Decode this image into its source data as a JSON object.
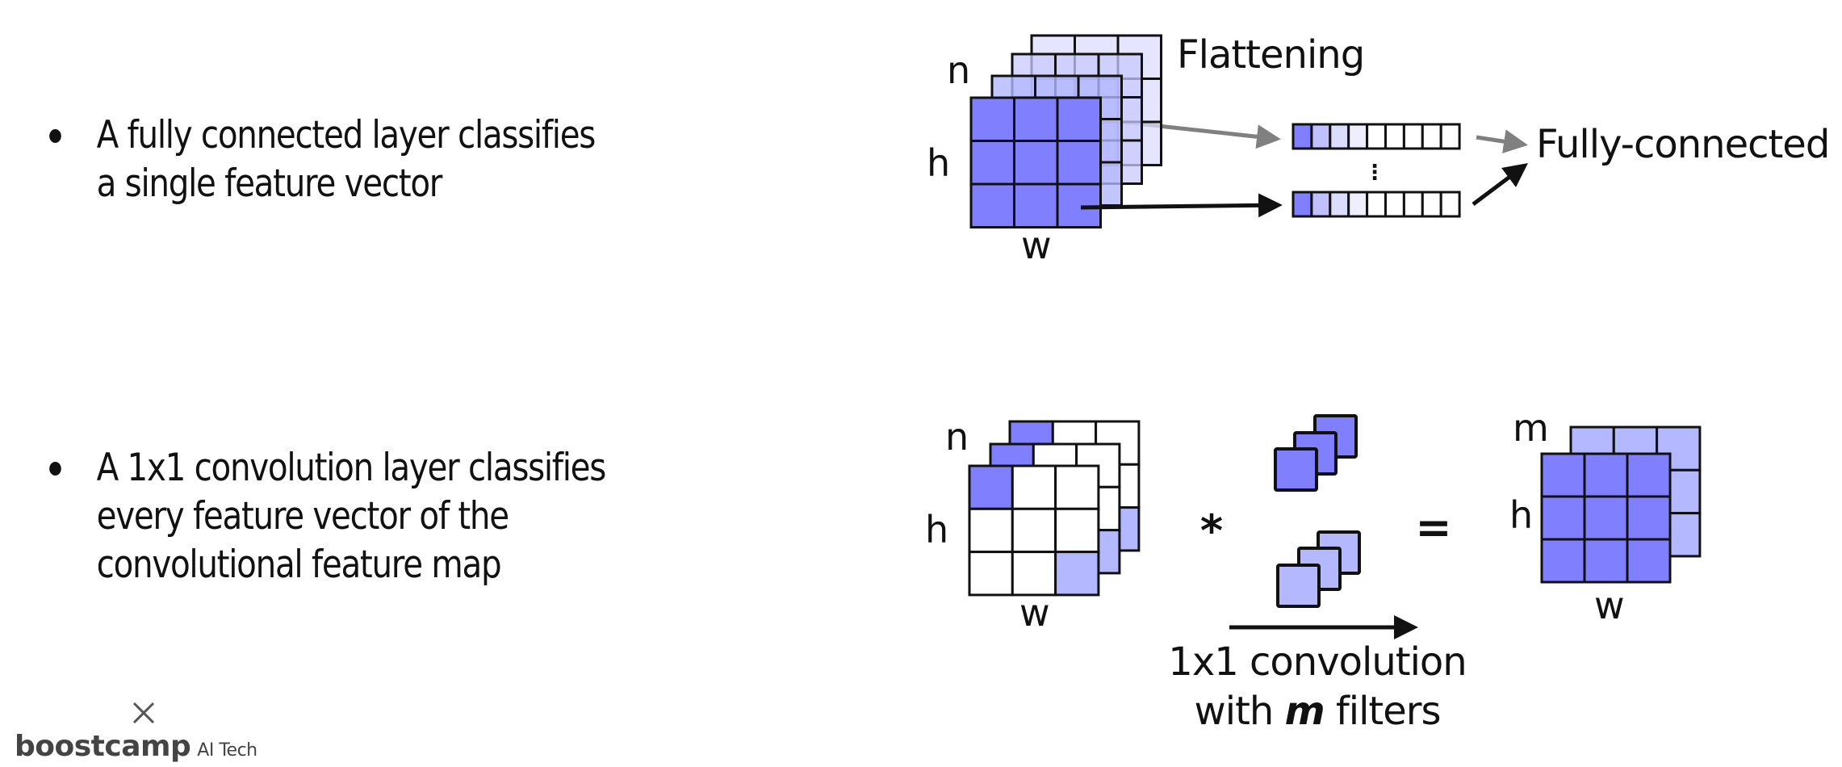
{
  "bullets": [
    {
      "lines": [
        "A fully connected layer classifies",
        "a single feature vector"
      ]
    },
    {
      "lines": [
        "A 1x1 convolution layer classifies",
        "every feature vector of the",
        "convolutional feature map"
      ]
    }
  ],
  "top_diagram": {
    "title": "Flattening",
    "target_label": "Fully-connected",
    "dim_labels": {
      "depth": "n",
      "height": "h",
      "width": "w"
    },
    "grid_size": 3,
    "layers": 4,
    "vector_cells": 9,
    "vectors_shown": 2,
    "ellipsis": "⋮",
    "vector_colors": [
      "#8080ff",
      "#c0c0ff",
      "#dcdcff",
      "#eeeeff",
      "#ffffff",
      "#ffffff",
      "#ffffff",
      "#ffffff",
      "#ffffff"
    ]
  },
  "bottom_diagram": {
    "input_labels": {
      "depth": "n",
      "height": "h",
      "width": "w"
    },
    "operator": "*",
    "equals": "=",
    "caption_line1": "1x1 convolution",
    "caption_line2_prefix": "with ",
    "caption_line2_var": "m",
    "caption_line2_suffix": " filters",
    "output_labels": {
      "depth": "m",
      "height": "h",
      "width": "w"
    },
    "filter_groups": 2
  },
  "colors": {
    "dark_blue": "#8080ff",
    "light_blue": "#b3b8ff",
    "layer_3": "#c8c8ff",
    "layer_4": "#dcdcff",
    "gray_arrow": "#808080",
    "black": "#111111"
  },
  "footer": {
    "close_icon": "×",
    "logo_text": "boostcamp",
    "logo_sub": "AI Tech"
  }
}
